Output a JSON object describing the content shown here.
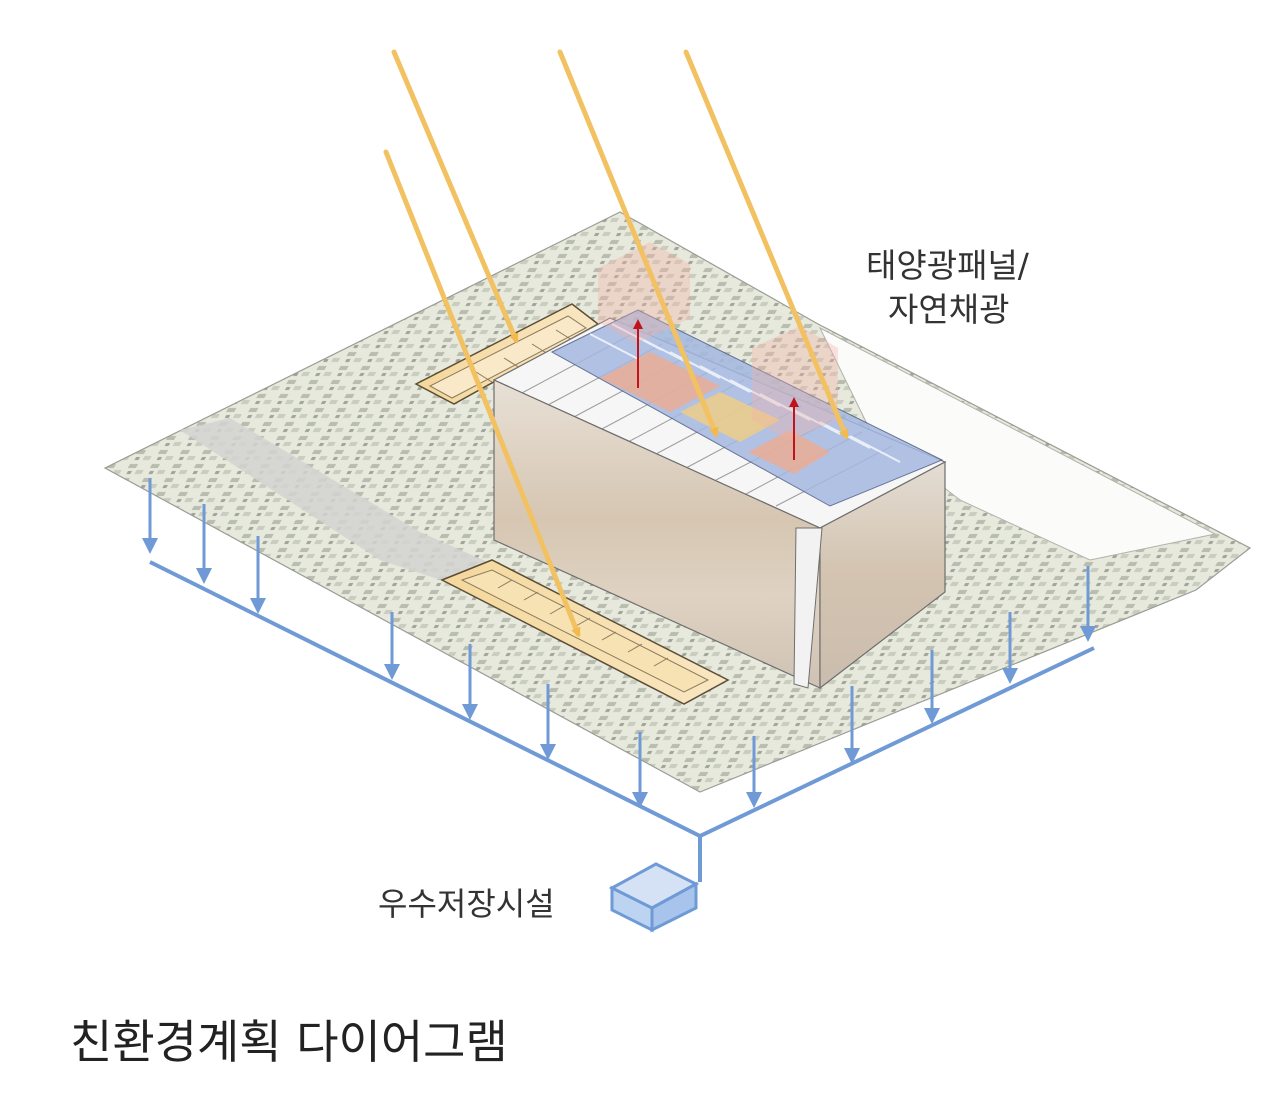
{
  "title": "친환경계획 다이어그램",
  "labels": {
    "solar_line1": "태양광패널/",
    "solar_line2": "자연채광",
    "rain_storage": "우수저장시설"
  },
  "colors": {
    "sun_ray": "#f2c162",
    "rain_pipe": "#6f9ad6",
    "storage_box": "#bcd3f2",
    "site_ground": "#e4e7da",
    "solar_panel": "#8ea7d8",
    "building_wall": "#d9cdbd",
    "lightwell": "#f7deaa",
    "ventilation_arrow": "#c0141c"
  },
  "icons": [
    "sun-ray-arrow",
    "rain-drop-arrow",
    "vent-up-arrow",
    "storage-box-icon"
  ]
}
